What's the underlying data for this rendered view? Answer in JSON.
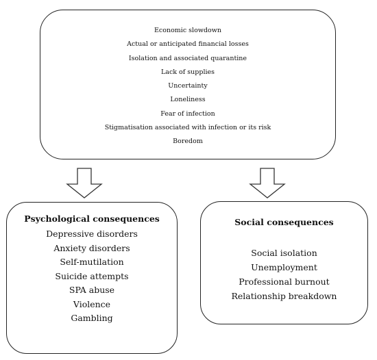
{
  "top_box": {
    "factors": [
      "Economic slowdown",
      "Actual or anticipated financial losses",
      "Isolation and associated quarantine",
      "Lack of supplies",
      "Uncertainty",
      "Loneliness",
      "Fear of infection",
      "Stigmatisation associated with infection or its risk",
      "Boredom"
    ]
  },
  "psychological": {
    "title": "Psychological consequences",
    "items": [
      "Depressive disorders",
      "Anxiety disorders",
      "Self-mutilation",
      "Suicide attempts",
      "SPA abuse",
      "Violence",
      "Gambling"
    ]
  },
  "social": {
    "title": "Social consequences",
    "items": [
      "Social isolation",
      "Unemployment",
      "Professional burnout",
      "Relationship breakdown"
    ]
  },
  "arrows": [
    {
      "from": "top_box",
      "to": "psychological"
    },
    {
      "from": "top_box",
      "to": "social"
    }
  ]
}
